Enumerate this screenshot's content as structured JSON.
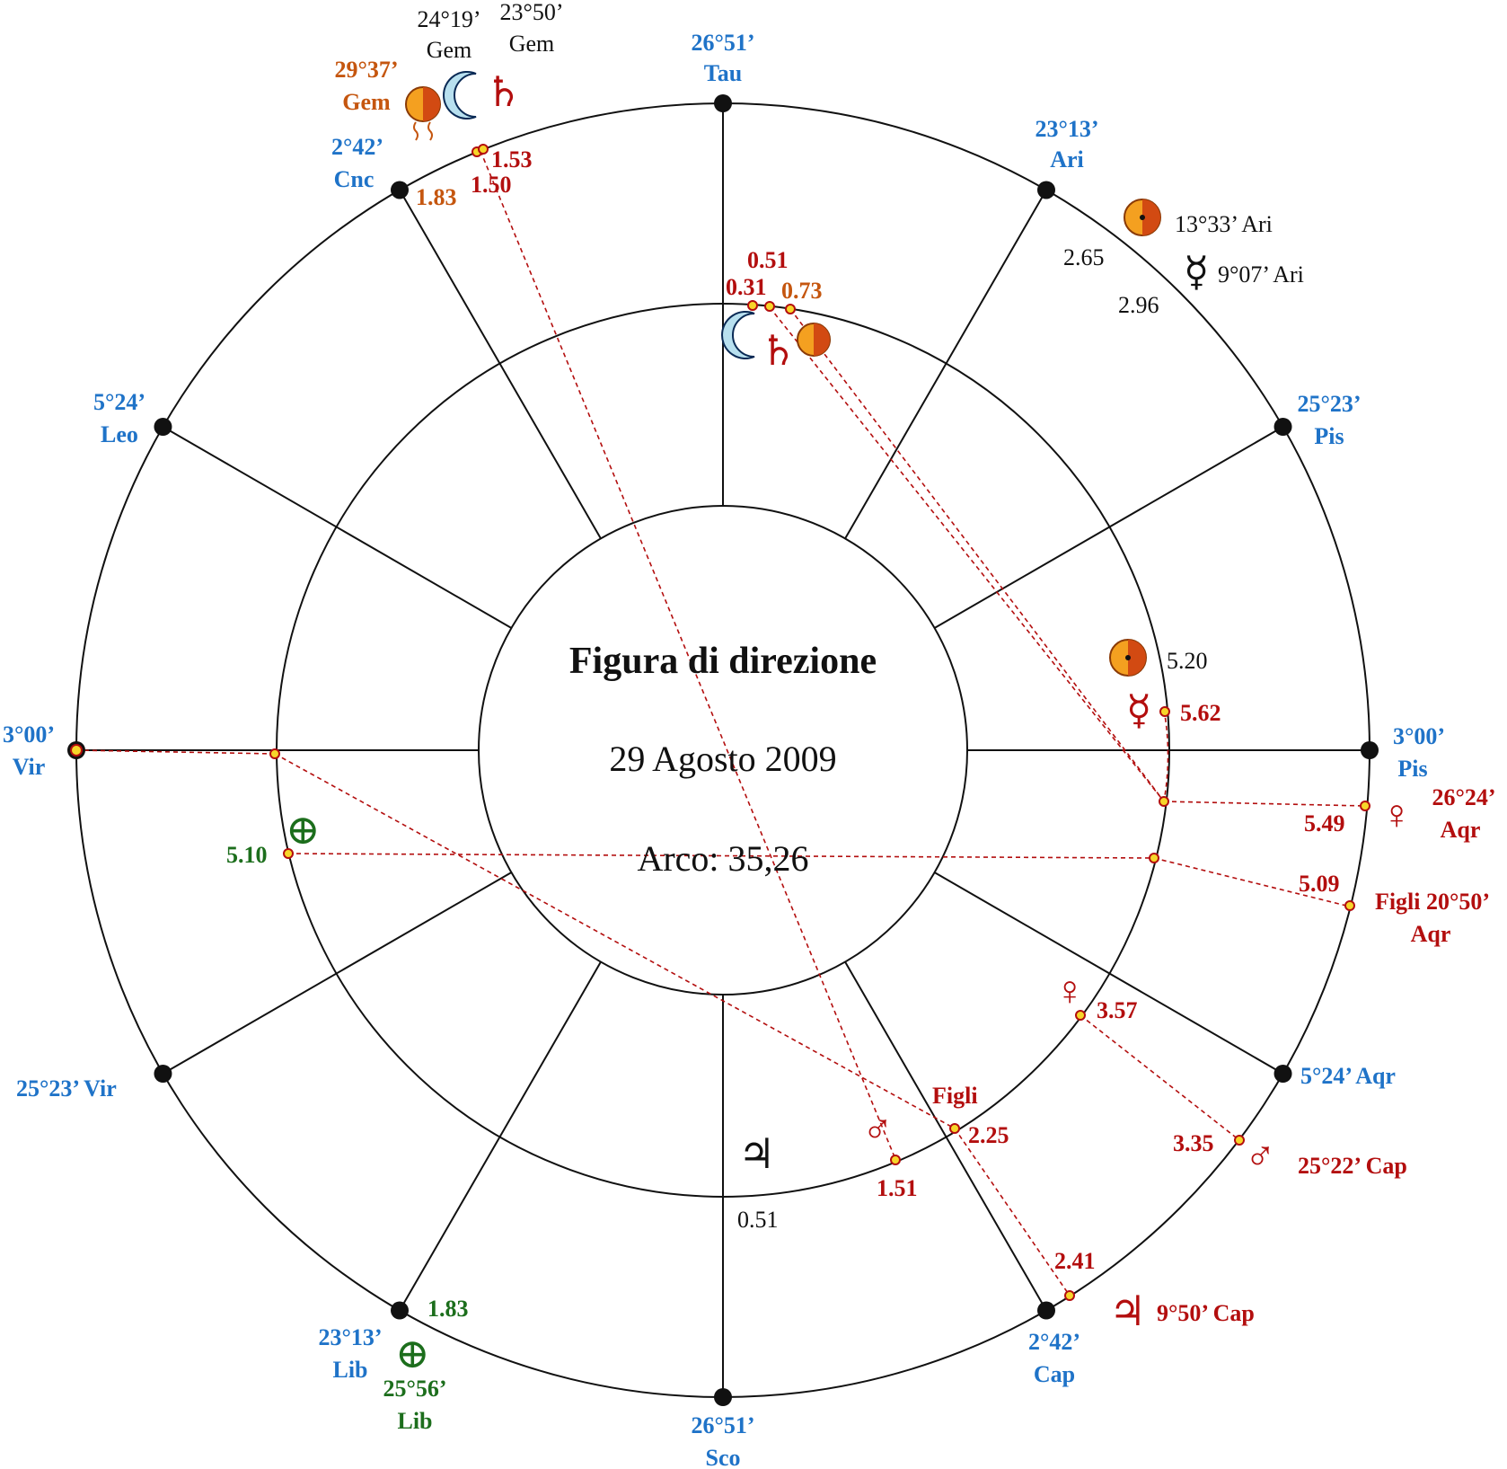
{
  "center": {
    "title": "Figura di direzione",
    "date": "29 Agosto 2009",
    "arc": "Arco: 35,26"
  },
  "cusps": [
    {
      "id": "tau",
      "lines": [
        "26°51’",
        "Tau"
      ]
    },
    {
      "id": "ari",
      "lines": [
        "23°13’",
        "Ari"
      ]
    },
    {
      "id": "pis-upper",
      "lines": [
        "25°23’",
        "Pis"
      ]
    },
    {
      "id": "pis",
      "lines": [
        "3°00’",
        "Pis"
      ]
    },
    {
      "id": "aqr",
      "lines": [
        "5°24’ Aqr"
      ]
    },
    {
      "id": "cap",
      "lines": [
        "2°42’",
        "Cap"
      ]
    },
    {
      "id": "sco",
      "lines": [
        "26°51’",
        "Sco"
      ]
    },
    {
      "id": "lib",
      "lines": [
        "23°13’",
        "Lib"
      ]
    },
    {
      "id": "vir-lower",
      "lines": [
        "25°23’ Vir"
      ]
    },
    {
      "id": "vir",
      "lines": [
        "3°00’",
        "Vir"
      ]
    },
    {
      "id": "leo",
      "lines": [
        "5°24’",
        "Leo"
      ]
    },
    {
      "id": "cnc",
      "lines": [
        "2°42’",
        "Cnc"
      ]
    }
  ],
  "positions": [
    {
      "id": "sun-gem",
      "lines": [
        "29°37’",
        "Gem"
      ],
      "color": "orange"
    },
    {
      "id": "moon-gem",
      "lines": [
        "24°19’",
        "Gem"
      ],
      "color": "black"
    },
    {
      "id": "saturn-gem",
      "lines": [
        "23°50’",
        "Gem"
      ],
      "color": "black"
    },
    {
      "id": "sun-ari",
      "lines": [
        "13°33’ Ari"
      ],
      "color": "black"
    },
    {
      "id": "mercury-ari",
      "lines": [
        "9°07’ Ari"
      ],
      "color": "black"
    },
    {
      "id": "venus-aqr",
      "lines": [
        "26°24’",
        "Aqr"
      ],
      "color": "red"
    },
    {
      "id": "figli-aqr",
      "lines": [
        "Figli 20°50’",
        "Aqr"
      ],
      "color": "red"
    },
    {
      "id": "mars-cap",
      "lines": [
        "25°22’ Cap"
      ],
      "color": "red"
    },
    {
      "id": "jupiter-cap",
      "lines": [
        "9°50’ Cap"
      ],
      "color": "red"
    },
    {
      "id": "fortune-lib",
      "lines": [
        "25°56’",
        "Lib"
      ],
      "color": "green"
    },
    {
      "id": "figli-label",
      "lines": [
        "Figli"
      ],
      "color": "red"
    }
  ],
  "values": [
    {
      "id": "v-153",
      "text": "1.53",
      "color": "red"
    },
    {
      "id": "v-150",
      "text": "1.50",
      "color": "red"
    },
    {
      "id": "v-183-top",
      "text": "1.83",
      "color": "orange"
    },
    {
      "id": "v-051-top",
      "text": "0.51",
      "color": "red"
    },
    {
      "id": "v-031",
      "text": "0.31",
      "color": "red"
    },
    {
      "id": "v-073",
      "text": "0.73",
      "color": "orange"
    },
    {
      "id": "v-265",
      "text": "2.65",
      "color": "black"
    },
    {
      "id": "v-296",
      "text": "2.96",
      "color": "black"
    },
    {
      "id": "v-520",
      "text": "5.20",
      "color": "black"
    },
    {
      "id": "v-562",
      "text": "5.62",
      "color": "red"
    },
    {
      "id": "v-549",
      "text": "5.49",
      "color": "red"
    },
    {
      "id": "v-509",
      "text": "5.09",
      "color": "red"
    },
    {
      "id": "v-357",
      "text": "3.57",
      "color": "red"
    },
    {
      "id": "v-335",
      "text": "3.35",
      "color": "red"
    },
    {
      "id": "v-225",
      "text": "2.25",
      "color": "red"
    },
    {
      "id": "v-151",
      "text": "1.51",
      "color": "red"
    },
    {
      "id": "v-241",
      "text": "2.41",
      "color": "red"
    },
    {
      "id": "v-051-bot",
      "text": "0.51",
      "color": "black"
    },
    {
      "id": "v-510",
      "text": "5.10",
      "color": "green"
    },
    {
      "id": "v-183-bot",
      "text": "1.83",
      "color": "green"
    }
  ],
  "glyphs": {
    "saturn": "♄",
    "jupiter": "♃",
    "mars": "♂",
    "venus": "♀",
    "mercury": "☿",
    "fortune": "⊕"
  },
  "colors": {
    "cusp": "#1f73c8",
    "red": "#b30e0e",
    "orange": "#c5560f",
    "green": "#1c6e1c",
    "line": "#111111",
    "direction": "#b30e0e",
    "point_fill": "#f7d62a"
  }
}
